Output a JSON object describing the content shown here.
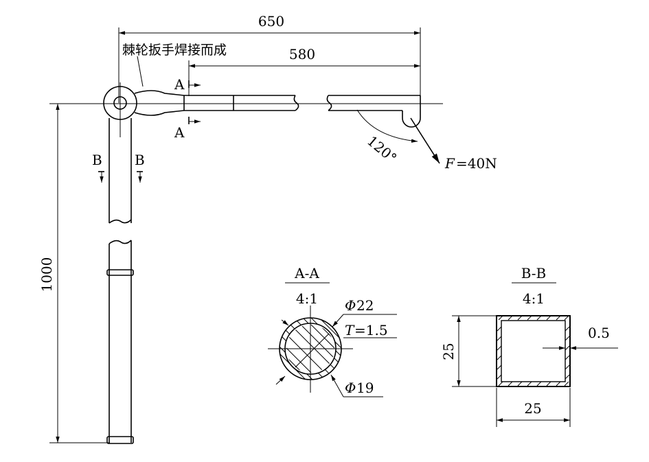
{
  "dimensions": {
    "total_length": "650",
    "handle_length": "580",
    "vertical_length": "1000",
    "angle": "120°",
    "force_symbol": "F",
    "force_value": "=40N"
  },
  "labels": {
    "weld_note": "棘轮扳手焊接而成",
    "section_a_mark": "A",
    "section_b_mark": "B"
  },
  "section_aa": {
    "title": "A-A",
    "scale": "4:1",
    "outer_symbol": "Φ",
    "outer_value": "22",
    "thickness_symbol": "T",
    "thickness_value": "=1.5",
    "inner_symbol": "Φ",
    "inner_value": "19"
  },
  "section_bb": {
    "title": "B-B",
    "scale": "4:1",
    "height": "25",
    "width": "25",
    "wall": "0.5"
  }
}
